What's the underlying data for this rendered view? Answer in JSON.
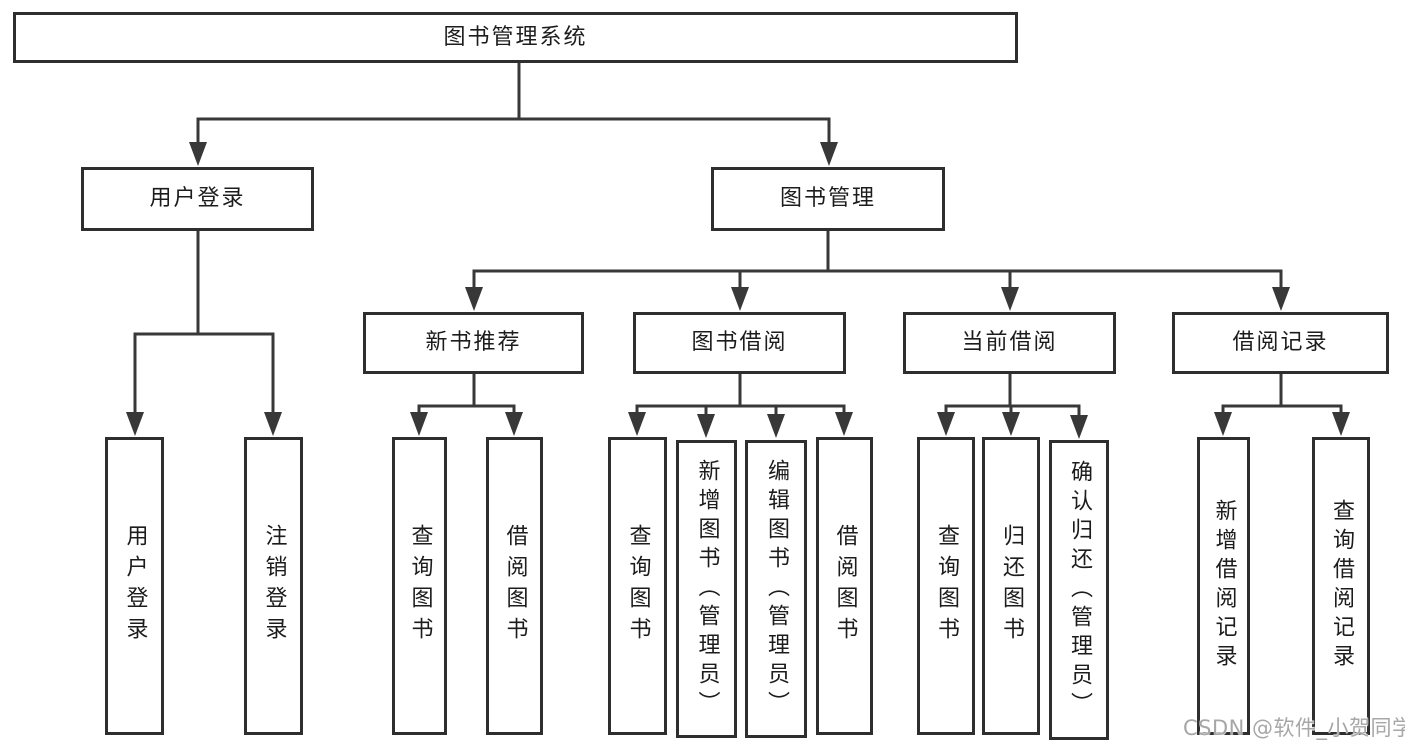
{
  "diagram": {
    "kind": "hierarchy-tree",
    "colors": {
      "line": "#383838",
      "box_border": "#2e2e2e",
      "box_fill": "#ffffff",
      "text": "#1c1c1c",
      "watermark": "#a7a7a7"
    }
  },
  "tree": {
    "label": "图书管理系统",
    "children": [
      {
        "label": "用户登录",
        "children": [
          {
            "label": "用户登录"
          },
          {
            "label": "注销登录"
          }
        ]
      },
      {
        "label": "图书管理",
        "children": [
          {
            "label": "新书推荐",
            "children": [
              {
                "label": "查询图书"
              },
              {
                "label": "借阅图书"
              }
            ]
          },
          {
            "label": "图书借阅",
            "children": [
              {
                "label": "查询图书"
              },
              {
                "label": "新增图书（管理员）"
              },
              {
                "label": "编辑图书（管理员）"
              },
              {
                "label": "借阅图书"
              }
            ]
          },
          {
            "label": "当前借阅",
            "children": [
              {
                "label": "查询图书"
              },
              {
                "label": "归还图书"
              },
              {
                "label": "确认归还（管理员）"
              }
            ]
          },
          {
            "label": "借阅记录",
            "children": [
              {
                "label": "新增借阅记录"
              },
              {
                "label": "查询借阅记录"
              }
            ]
          }
        ]
      }
    ]
  },
  "watermark": {
    "text": "CSDN @软件_小贺同学"
  }
}
